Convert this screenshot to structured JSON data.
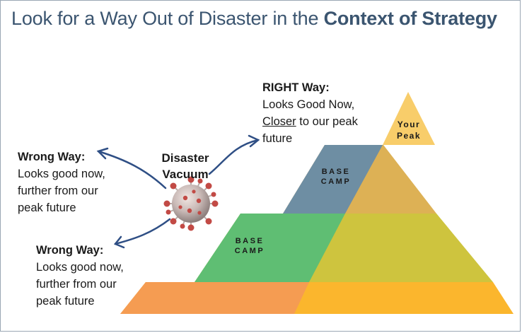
{
  "title": {
    "part1": "Look for a Way Out of Disaster in the ",
    "part2": "Context of Strategy"
  },
  "right_way": {
    "heading": "RIGHT Way:",
    "line1": "Looks Good Now,",
    "closer": "Closer",
    "line2_rest": " to our peak",
    "line3": "future"
  },
  "wrong_way_1": {
    "heading": "Wrong Way:",
    "line1": "Looks good now,",
    "line2": "further from our",
    "line3": "peak future"
  },
  "wrong_way_2": {
    "heading": "Wrong Way:",
    "line1": "Looks good now,",
    "line2": "further from our",
    "line3": "peak future"
  },
  "disaster": {
    "line1": "Disaster",
    "line2": "Vacuum"
  },
  "peak": {
    "line1": "Your",
    "line2": "Peak"
  },
  "base_camp_upper": {
    "line1": "BASE",
    "line2": "CAMP"
  },
  "base_camp_lower": {
    "line1": "BASE",
    "line2": "CAMP"
  },
  "colors": {
    "title": "#3b5570",
    "arrow": "#2f4f85",
    "peak": "#f8cd6a",
    "tier2": "#ddb155",
    "tier3": "#cec43e",
    "tier4": "#fbb62d",
    "base_camp_upper": "#6e8ea3",
    "base_camp_lower": "#5fbe73",
    "bottom_left": "#f59c52",
    "virus": "#c24a45"
  }
}
